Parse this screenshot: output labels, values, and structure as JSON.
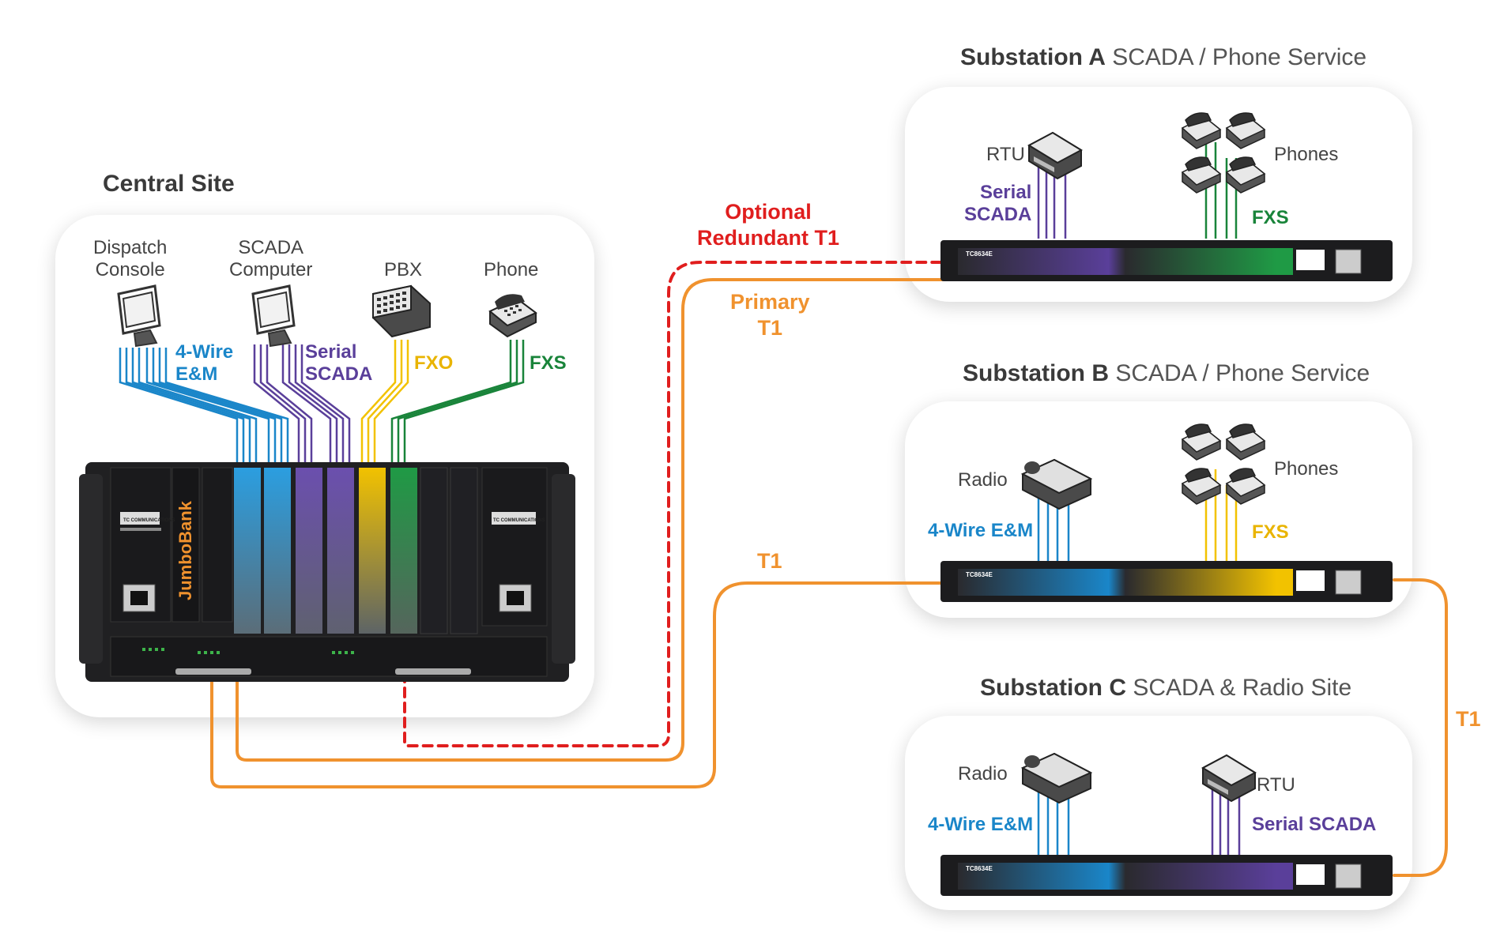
{
  "central": {
    "title": "Central Site",
    "devices": {
      "dispatch": "Dispatch\nConsole",
      "scada": "SCADA\nComputer",
      "pbx": "PBX",
      "phone": "Phone"
    },
    "signals": {
      "fourwire": "4-Wire\nE&M",
      "serial": "Serial\nSCADA",
      "fxo": "FXO",
      "fxs": "FXS"
    },
    "chassis": {
      "brand": "JumboBank",
      "vendor": "TC COMMUNICATIONS"
    }
  },
  "substation_a": {
    "title_bold": "Substation A",
    "title_rest": " SCADA / Phone Service",
    "rtu": "RTU",
    "phones": "Phones",
    "serial": "Serial\nSCADA",
    "fxs": "FXS",
    "unit_model": "TC8634E"
  },
  "substation_b": {
    "title_bold": "Substation B",
    "title_rest": " SCADA / Phone Service",
    "radio": "Radio",
    "phones": "Phones",
    "fourwire": "4-Wire E&M",
    "fxs": "FXS",
    "unit_model": "TC8634E"
  },
  "substation_c": {
    "title_bold": "Substation C",
    "title_rest": " SCADA & Radio Site",
    "radio": "Radio",
    "rtu": "RTU",
    "fourwire": "4-Wire E&M",
    "serial": "Serial SCADA",
    "unit_model": "TC8634E"
  },
  "links": {
    "redundant": "Optional\nRedundant T1",
    "primary": "Primary\nT1",
    "t1_b": "T1",
    "t1_c": "T1"
  },
  "colors": {
    "blue": "#1a86c9",
    "purple": "#5a3f9a",
    "yellow": "#f2c200",
    "green": "#19843a",
    "red": "#e01e1e",
    "orange": "#f0922e"
  }
}
